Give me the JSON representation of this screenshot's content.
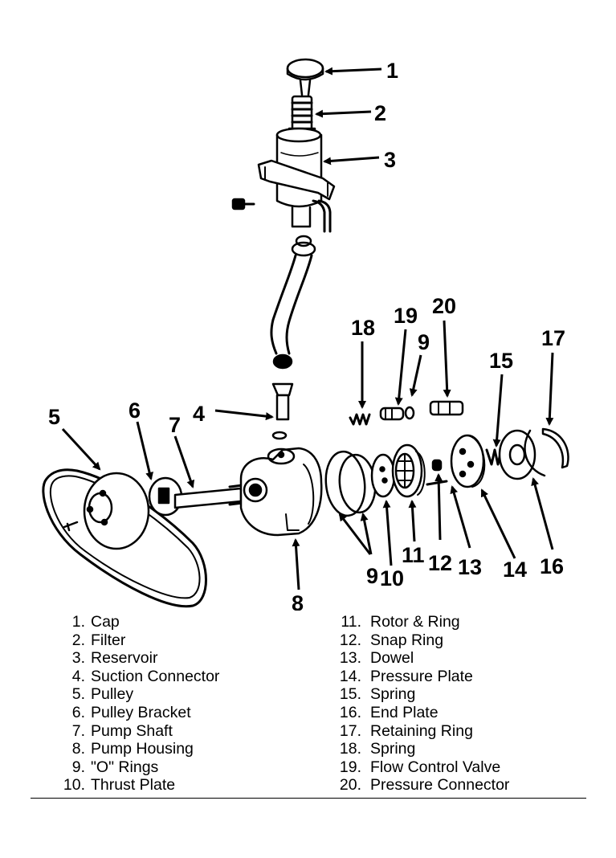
{
  "callouts": [
    "1",
    "2",
    "3",
    "4",
    "5",
    "6",
    "7",
    "8",
    "9",
    "10",
    "11",
    "12",
    "13",
    "14",
    "15",
    "16",
    "17",
    "18",
    "19",
    "20",
    "9"
  ],
  "legend": {
    "left": [
      {
        "num": "1.",
        "label": "Cap"
      },
      {
        "num": "2.",
        "label": "Filter"
      },
      {
        "num": "3.",
        "label": "Reservoir"
      },
      {
        "num": "4.",
        "label": "Suction Connector"
      },
      {
        "num": "5.",
        "label": "Pulley"
      },
      {
        "num": "6.",
        "label": "Pulley Bracket"
      },
      {
        "num": "7.",
        "label": "Pump Shaft"
      },
      {
        "num": "8.",
        "label": "Pump Housing"
      },
      {
        "num": "9.",
        "label": "\"O\" Rings"
      },
      {
        "num": "10.",
        "label": "Thrust Plate"
      }
    ],
    "right": [
      {
        "num": "11.",
        "label": "Rotor & Ring"
      },
      {
        "num": "12.",
        "label": "Snap Ring"
      },
      {
        "num": "13.",
        "label": "Dowel"
      },
      {
        "num": "14.",
        "label": "Pressure Plate"
      },
      {
        "num": "15.",
        "label": "Spring"
      },
      {
        "num": "16.",
        "label": "End Plate"
      },
      {
        "num": "17.",
        "label": "Retaining Ring"
      },
      {
        "num": "18.",
        "label": "Spring"
      },
      {
        "num": "19.",
        "label": "Flow Control Valve"
      },
      {
        "num": "20.",
        "label": "Pressure Connector"
      }
    ]
  }
}
